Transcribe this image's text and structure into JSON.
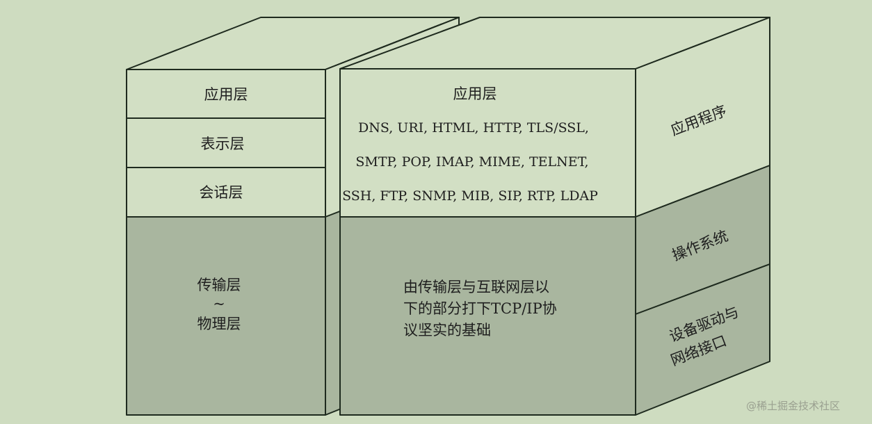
{
  "colors": {
    "background": "#cedcc0",
    "light_face": "#d2dfc4",
    "dark_face": "#a9b69f",
    "stroke": "#1e2a1e"
  },
  "osi_model": {
    "layers": [
      "应用层",
      "表示层",
      "会话层"
    ],
    "lower": {
      "line1": "传输层",
      "tilde": "~",
      "line2": "物理层"
    }
  },
  "tcpip_model": {
    "app_title": "应用层",
    "protocols": [
      "DNS, URI, HTML, HTTP, TLS/SSL,",
      "SMTP, POP, IMAP, MIME, TELNET,",
      "SSH, FTP, SNMP, MIB, SIP, RTP, LDAP"
    ],
    "lower_text": [
      "由传输层与互联网层以",
      "下的部分打下TCP/IP协",
      "议坚实的基础"
    ]
  },
  "side_labels": {
    "application": "应用程序",
    "os": "操作系统",
    "driver": [
      "设备驱动与",
      "网络接口"
    ]
  },
  "watermark": "@稀土掘金技术社区"
}
